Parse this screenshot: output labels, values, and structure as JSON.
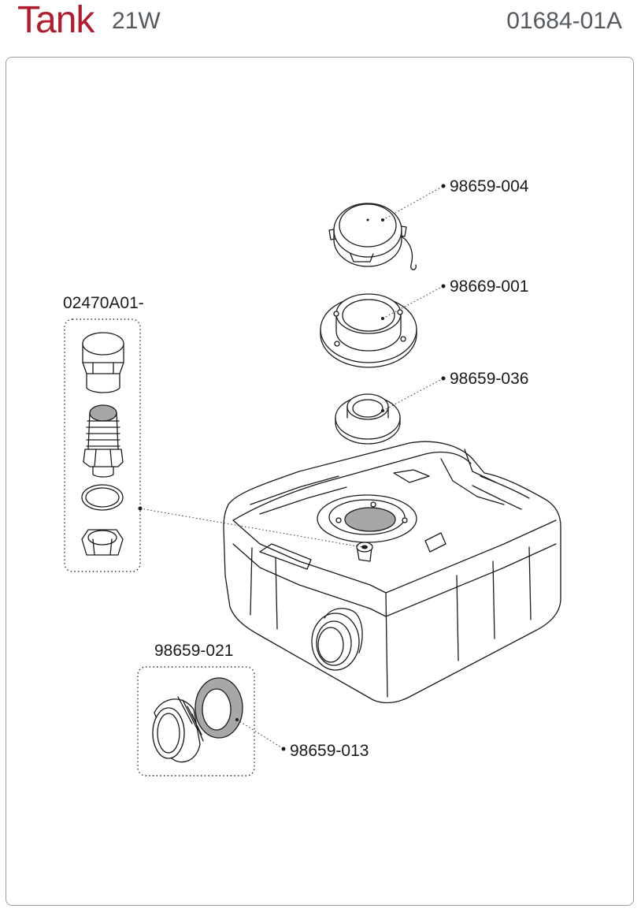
{
  "header": {
    "title": "Tank",
    "subtitle": "21W",
    "doc_number": "01684-01A"
  },
  "parts": {
    "cap": "98659-004",
    "deck_flange": "98669-001",
    "adapter_ring": "98659-036",
    "vent_kit": "02470A01-",
    "outlet_kit": "98659-021",
    "gasket": "98659-013"
  },
  "colors": {
    "title": "#b01c2e",
    "text": "#555a60",
    "frame": "#9a9ea3",
    "fill_gray": "#a7a7a7"
  }
}
